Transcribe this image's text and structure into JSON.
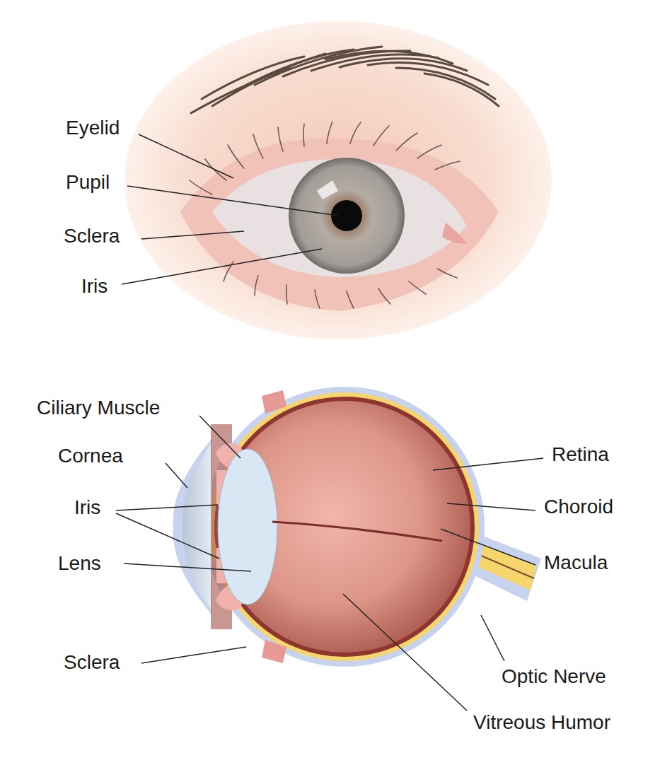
{
  "diagram": {
    "labels": [
      "Eyelid",
      "Pupil",
      "Sclera",
      "Iris",
      "Ciliary Muscle",
      "Cornea",
      "Iris",
      "Lens",
      "Sclera",
      "Retina",
      "Choroid",
      "Macula",
      "Optic Nerve",
      "Vitreous Humor"
    ]
  }
}
